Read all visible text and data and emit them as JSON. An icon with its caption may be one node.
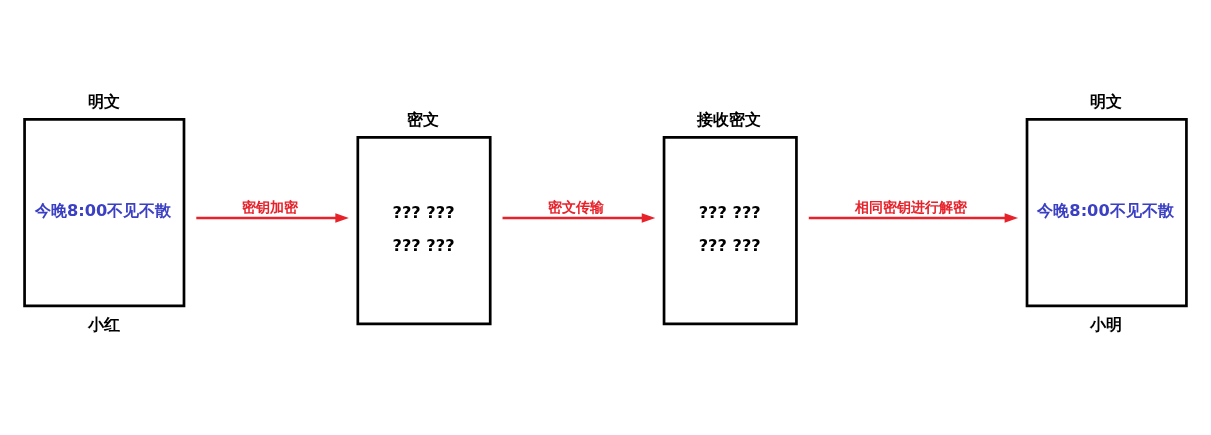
{
  "diagram": {
    "nodes": [
      {
        "text": [
          "明文",
          "今晚8:00不见不散"
        ],
        "beside": [
          "小红"
        ]
      },
      {
        "text": [
          "密文",
          "??? ???",
          "??? ???"
        ]
      },
      {
        "text": [
          "接收密文",
          "??? ???",
          "??? ???"
        ]
      },
      {
        "text": [
          "明文",
          "今晚8:00不见不散"
        ],
        "beside": [
          "小明"
        ]
      }
    ],
    "edges": [
      {
        "from": 0,
        "to": 1,
        "arrow": "to",
        "label": "密钥加密",
        "color": "#e8222a"
      },
      {
        "from": 1,
        "to": 2,
        "arrow": "to",
        "label": "密文传输",
        "color": "#e8222a"
      },
      {
        "from": 2,
        "to": 3,
        "arrow": "to",
        "label": "相同密钥进行解密",
        "color": "#e8222a"
      }
    ]
  }
}
